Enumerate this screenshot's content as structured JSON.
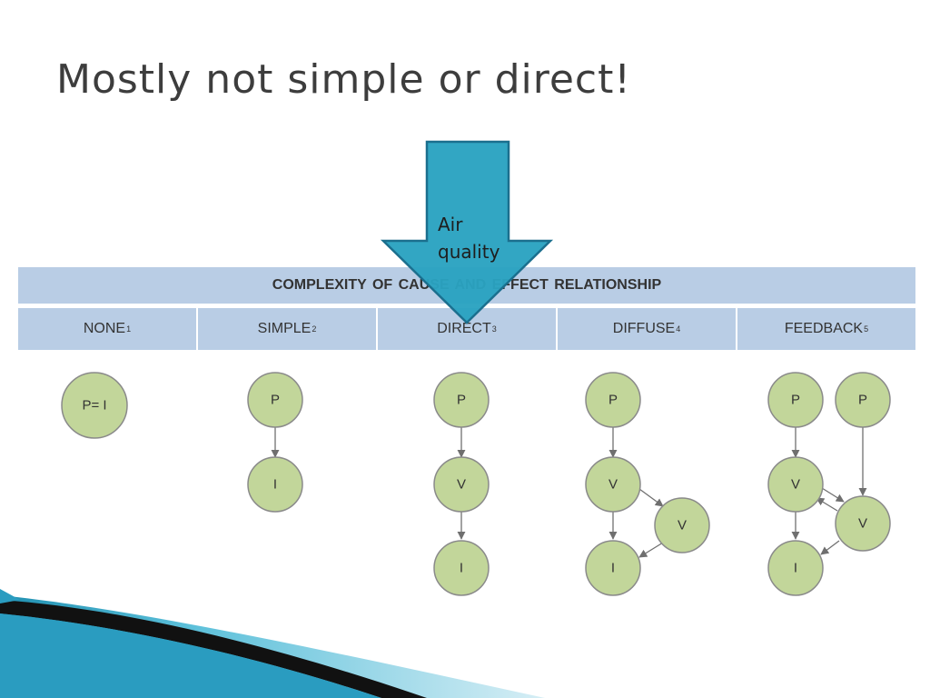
{
  "title": "Mostly not simple or direct!",
  "table_header": "COMPLEXITY OF CAUSE AND EFFECT RELATIONSHIP",
  "columns": [
    {
      "label": "NONE",
      "sup": "1"
    },
    {
      "label": "SIMPLE",
      "sup": "2"
    },
    {
      "label": "DIRECT",
      "sup": "3"
    },
    {
      "label": "DIFFUSE",
      "sup": "4"
    },
    {
      "label": "FEEDBACK",
      "sup": "5"
    }
  ],
  "callout": {
    "line1": "Air",
    "line2": "quality",
    "fill": "#2aa2c1",
    "stroke": "#1b6f8e"
  },
  "nodes": {
    "none_pi": "P= I",
    "simple_p": "P",
    "simple_i": "I",
    "direct_p": "P",
    "direct_v": "V",
    "direct_i": "I",
    "diffuse_p": "P",
    "diffuse_v1": "V",
    "diffuse_v2": "V",
    "diffuse_i": "I",
    "feedback_p1": "P",
    "feedback_p2": "P",
    "feedback_v1": "V",
    "feedback_v2": "V",
    "feedback_i": "I"
  },
  "colors": {
    "header_bg": "#b9cde5",
    "node_fill": "#c2d69a",
    "title": "#3d3d3d"
  }
}
